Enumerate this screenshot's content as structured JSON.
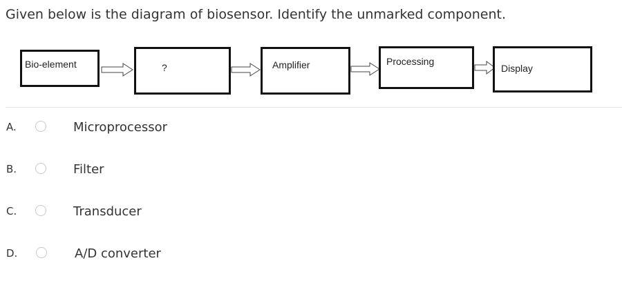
{
  "question": {
    "text": "Given below is the diagram of biosensor. Identify the unmarked component."
  },
  "diagram": {
    "blocks": [
      {
        "label": "Bio-element"
      },
      {
        "label": "?"
      },
      {
        "label": "Amplifier"
      },
      {
        "label": "Processing"
      },
      {
        "label": "Display"
      }
    ]
  },
  "options": [
    {
      "letter": "A.",
      "text": "Microprocessor"
    },
    {
      "letter": "B.",
      "text": "Filter"
    },
    {
      "letter": "C.",
      "text": "Transducer"
    },
    {
      "letter": "D.",
      "text": "A/D converter"
    }
  ]
}
